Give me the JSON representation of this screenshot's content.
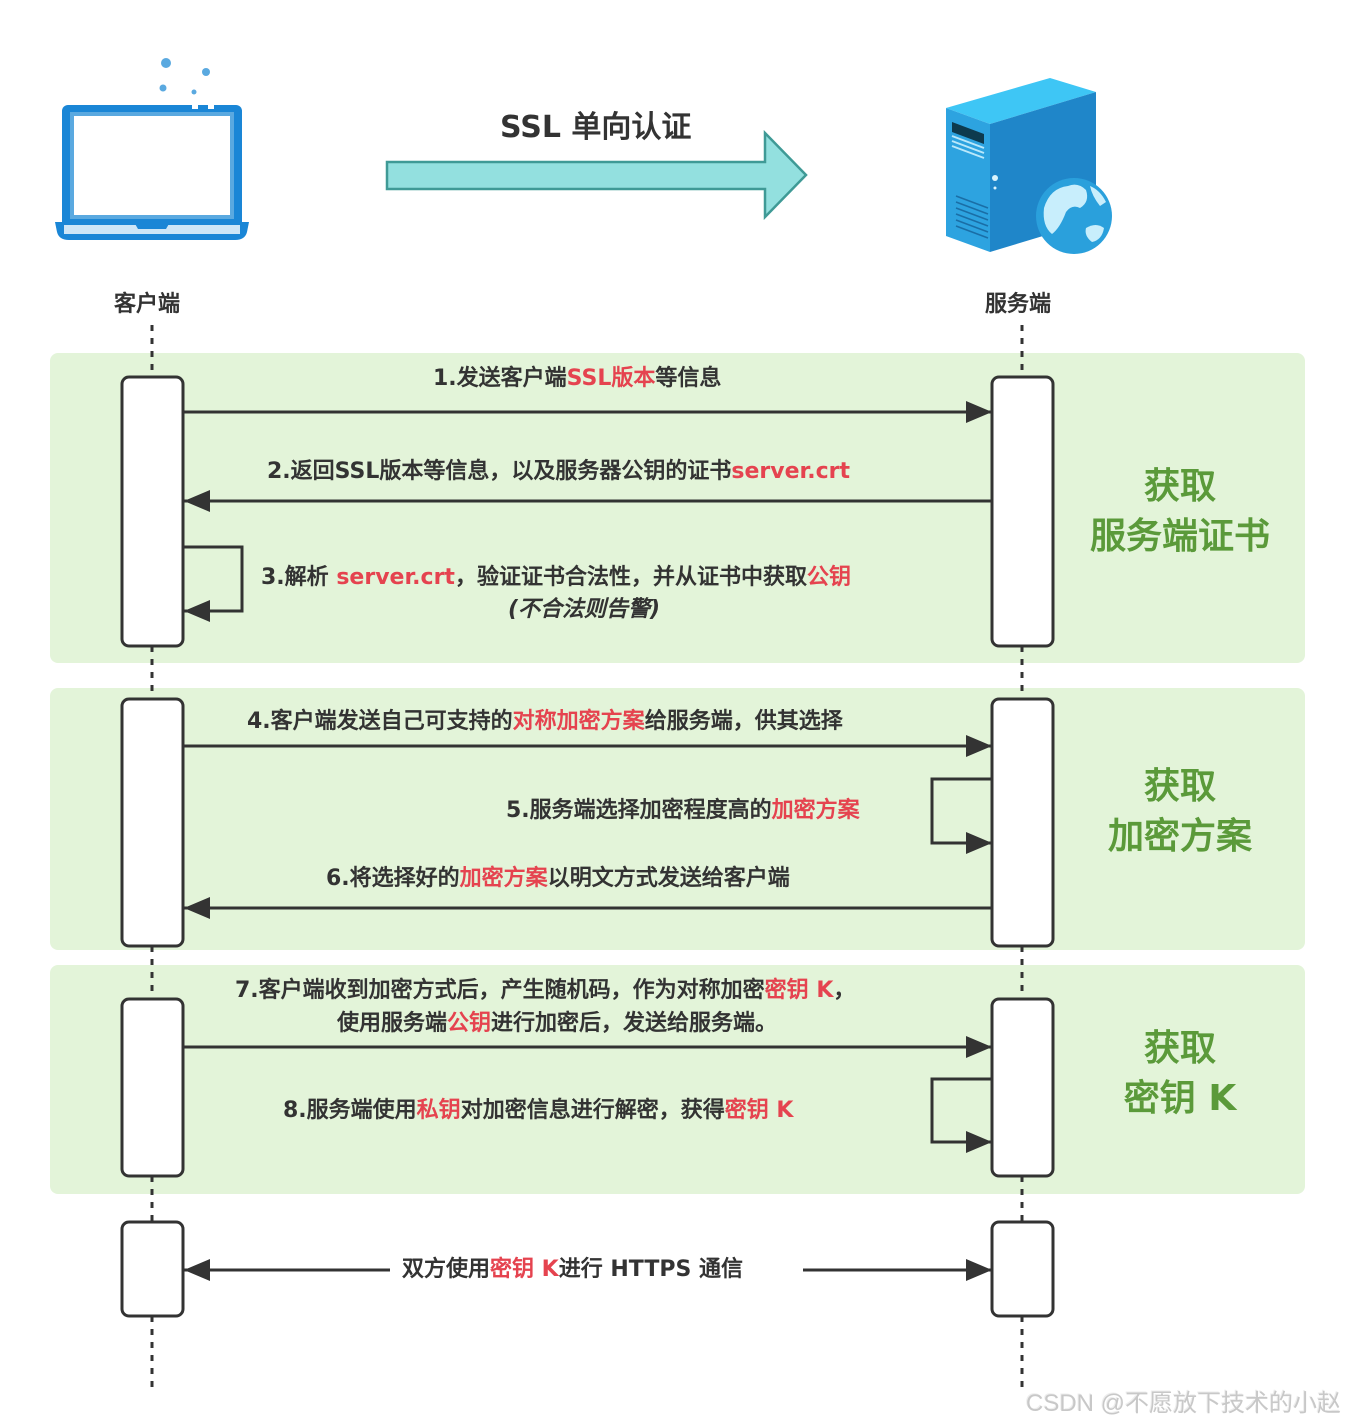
{
  "header": {
    "title": "SSL 单向认证",
    "client_label": "客户端",
    "server_label": "服务端",
    "client_icon": "laptop-icon",
    "server_icon": "server-globe-icon",
    "direction_icon": "right-arrow-icon"
  },
  "colors": {
    "group_bg": "#e3f4d9",
    "group_title": "#5b9a3a",
    "highlight": "#e5434f",
    "text": "#333333",
    "arrow_fill": "#93e0df",
    "arrow_stroke": "#3f9a96",
    "laptop_blue": "#1a86d6",
    "server_blue": "#2da3e0"
  },
  "groups": [
    {
      "title_line1": "获取",
      "title_line2": "服务端证书",
      "steps": [
        {
          "parts": [
            "1.发送客户端",
            "SSL版本",
            "等信息"
          ],
          "direction": "client-to-server"
        },
        {
          "parts": [
            "2.返回SSL版本等信息，以及服务器公钥的证书",
            "server.crt"
          ],
          "direction": "server-to-client"
        },
        {
          "parts": [
            "3.解析 ",
            "server.crt",
            "，验证证书合法性，并从证书中获取",
            "公钥"
          ],
          "note": "(不合法则告警)",
          "direction": "client-self"
        }
      ]
    },
    {
      "title_line1": "获取",
      "title_line2": "加密方案",
      "steps": [
        {
          "parts": [
            "4.客户端发送自己可支持的",
            "对称加密方案",
            "给服务端，供其选择"
          ],
          "direction": "client-to-server"
        },
        {
          "parts": [
            "5.服务端选择加密程度高的",
            "加密方案"
          ],
          "direction": "server-self"
        },
        {
          "parts": [
            "6.将选择好的",
            "加密方案",
            "以明文方式发送给客户端"
          ],
          "direction": "server-to-client"
        }
      ]
    },
    {
      "title_line1": "获取",
      "title_line2": "密钥 K",
      "steps": [
        {
          "parts": [
            "7.客户端收到加密方式后，产生随机码，作为对称加密",
            "密钥 K",
            "，"
          ],
          "line2_parts": [
            "使用服务端",
            "公钥",
            "进行加密后，发送给服务端。"
          ],
          "direction": "client-to-server"
        },
        {
          "parts": [
            "8.服务端使用",
            "私钥",
            "对加密信息进行解密，获得",
            "密钥 K"
          ],
          "direction": "server-self"
        }
      ]
    }
  ],
  "final_step": {
    "parts": [
      "双方使用",
      "密钥 K",
      "进行 HTTPS 通信"
    ],
    "direction": "bidirectional"
  },
  "watermark": "CSDN @不愿放下技术的小赵"
}
